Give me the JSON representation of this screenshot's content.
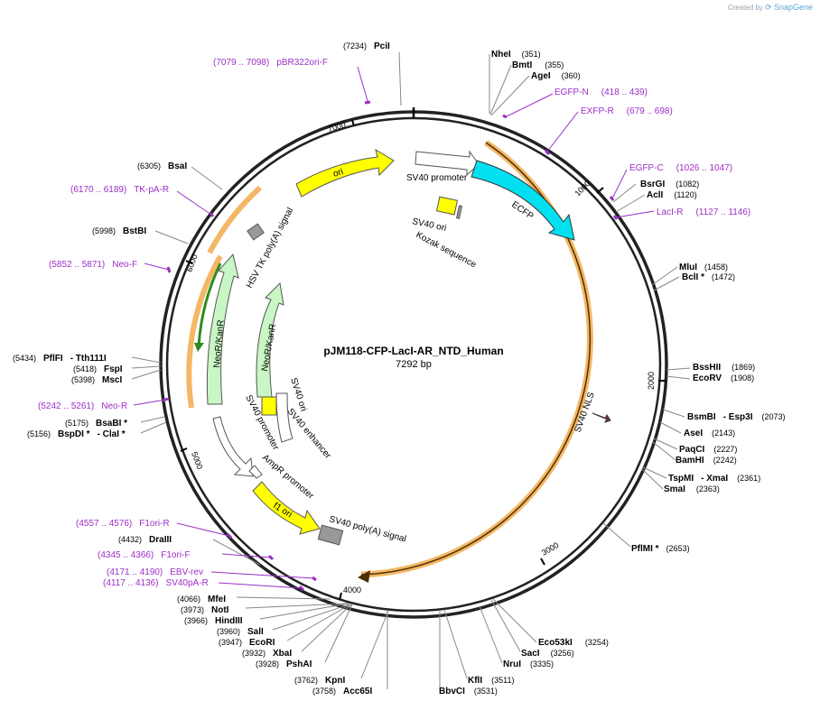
{
  "brand": {
    "created_by": "Created by",
    "name": "SnapGene"
  },
  "plasmid": {
    "name": "pJM118-CFP-LacI-AR_NTD_Human",
    "length": 7292,
    "length_label": "7292 bp"
  },
  "ticks": [
    "1000",
    "2000",
    "3000",
    "4000",
    "5000",
    "6000",
    "7000"
  ],
  "sites_right": [
    {
      "name": "NheI",
      "pos": "(351)"
    },
    {
      "name": "BmtI",
      "pos": "(355)"
    },
    {
      "name": "AgeI",
      "pos": "(360)"
    },
    {
      "name": "BsrGI",
      "pos": "(1082)"
    },
    {
      "name": "AclI",
      "pos": "(1120)"
    },
    {
      "name": "MluI",
      "pos": "(1458)"
    },
    {
      "name": "BclI *",
      "pos": "(1472)"
    },
    {
      "name": "BssHII",
      "pos": "(1869)"
    },
    {
      "name": "EcoRV",
      "pos": "(1908)"
    },
    {
      "name": "BsmBI",
      "extra": "- Esp3I",
      "pos": "(2073)"
    },
    {
      "name": "AseI",
      "pos": "(2143)"
    },
    {
      "name": "PaqCI",
      "pos": "(2227)"
    },
    {
      "name": "BamHI",
      "pos": "(2242)"
    },
    {
      "name": "TspMI",
      "extra": "- XmaI",
      "pos": "(2361)"
    },
    {
      "name": "SmaI",
      "pos": "(2363)"
    },
    {
      "name": "PflMI *",
      "pos": "(2653)"
    }
  ],
  "sites_bottom": [
    {
      "name": "Eco53kI",
      "pos": "(3254)"
    },
    {
      "name": "SacI",
      "pos": "(3256)"
    },
    {
      "name": "NruI",
      "pos": "(3335)"
    },
    {
      "name": "KflI",
      "pos": "(3511)"
    },
    {
      "name": "BbvCI",
      "pos": "(3531)"
    },
    {
      "name": "KpnI",
      "pos": "(3762)"
    },
    {
      "name": "Acc65I",
      "pos": "(3758)"
    },
    {
      "name": "PshAI",
      "pos": "(3928)"
    },
    {
      "name": "XbaI",
      "pos": "(3932)"
    },
    {
      "name": "EcoRI",
      "pos": "(3947)"
    },
    {
      "name": "SalI",
      "pos": "(3960)"
    },
    {
      "name": "HindIII",
      "pos": "(3966)"
    },
    {
      "name": "NotI",
      "pos": "(3973)"
    },
    {
      "name": "MfeI",
      "pos": "(4066)"
    },
    {
      "name": "DraIII",
      "pos": "(4432)"
    }
  ],
  "sites_left": [
    {
      "name": "PciI",
      "pos": "(7234)"
    },
    {
      "name": "BsaI",
      "pos": "(6305)"
    },
    {
      "name": "BstBI",
      "pos": "(5998)"
    },
    {
      "name": "PflFI",
      "extra": "- Tth111I",
      "pos": "(5434)"
    },
    {
      "name": "FspI",
      "pos": "(5418)"
    },
    {
      "name": "MscI",
      "pos": "(5398)"
    },
    {
      "name": "BsaBI *",
      "pos": "(5175)"
    },
    {
      "name": "BspDI *",
      "extra": "- ClaI *",
      "pos": "(5156)"
    }
  ],
  "primers": [
    {
      "name": "pBR322ori-F",
      "range": "(7079 .. 7098)"
    },
    {
      "name": "EGFP-N",
      "range": "(418 .. 439)"
    },
    {
      "name": "EXFP-R",
      "range": "(679 .. 698)"
    },
    {
      "name": "EGFP-C",
      "range": "(1026 .. 1047)"
    },
    {
      "name": "LacI-R",
      "range": "(1127 .. 1146)"
    },
    {
      "name": "TK-pA-R",
      "range": "(6170 .. 6189)"
    },
    {
      "name": "Neo-F",
      "range": "(5852 .. 5871)"
    },
    {
      "name": "Neo-R",
      "range": "(5242 .. 5261)"
    },
    {
      "name": "F1ori-R",
      "range": "(4557 .. 4576)"
    },
    {
      "name": "F1ori-F",
      "range": "(4345 .. 4366)"
    },
    {
      "name": "EBV-rev",
      "range": "(4171 .. 4190)"
    },
    {
      "name": "SV40pA-R",
      "range": "(4117 .. 4136)"
    }
  ],
  "features": {
    "sv40_promoter_top": "SV40 promoter",
    "ecfp": "ECFP",
    "sv40_ori_kozak_1": "SV40 ori",
    "sv40_ori_kozak_2": "Kozak sequence",
    "sv40_nls": "SV40 NLS",
    "ori": "ori",
    "hsv_tk_polya": "HSV TK poly(A) signal",
    "neor_outer": "NeoR/KanR",
    "neor_inner": "NeoR/KanR",
    "sv40_ori_inner": "SV40 ori",
    "sv40_enhancer": "SV40 enhancer",
    "sv40_promoter_inner": "SV40 promoter",
    "ampr_promoter": "AmpR promoter",
    "f1_ori": "f1 ori",
    "sv40_polya": "SV40 poly(A) signal"
  },
  "colors": {
    "backbone": "#222222",
    "orange_feature": "#f4b765",
    "ecfp": "#00e0f0",
    "yellow": "#ffff00",
    "neor": "#c8f7c5",
    "primer": "#9b2fc6",
    "gray": "#999999"
  }
}
